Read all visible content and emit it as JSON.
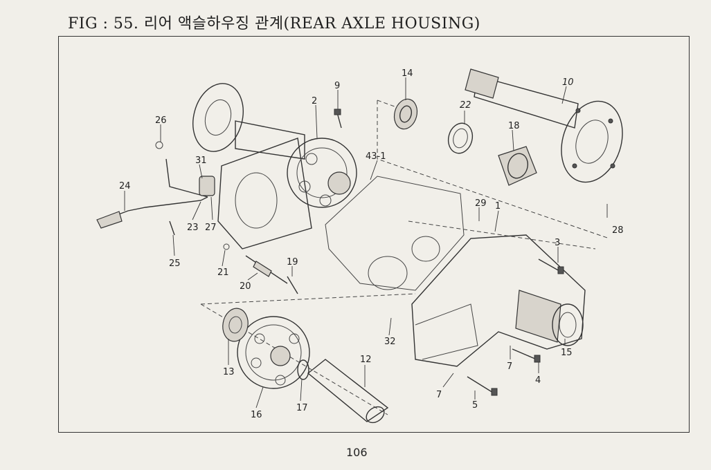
{
  "figure": {
    "title": "FIG : 55. 리어 액슬하우징 관계(REAR AXLE HOUSING)",
    "page_number": "106"
  },
  "callouts": {
    "c1": "1",
    "c2": "2",
    "c3": "3",
    "c4": "4",
    "c5": "5",
    "c7a": "7",
    "c7b": "7",
    "c9": "9",
    "c10": "10",
    "c12": "12",
    "c13": "13",
    "c14": "14",
    "c15": "15",
    "c16": "16",
    "c17": "17",
    "c18": "18",
    "c19": "19",
    "c20": "20",
    "c21": "21",
    "c22": "22",
    "c23": "23",
    "c24": "24",
    "c25": "25",
    "c26": "26",
    "c27": "27",
    "c28": "28",
    "c29": "29",
    "c31": "31",
    "c32": "32",
    "c43_1": "43-1"
  }
}
